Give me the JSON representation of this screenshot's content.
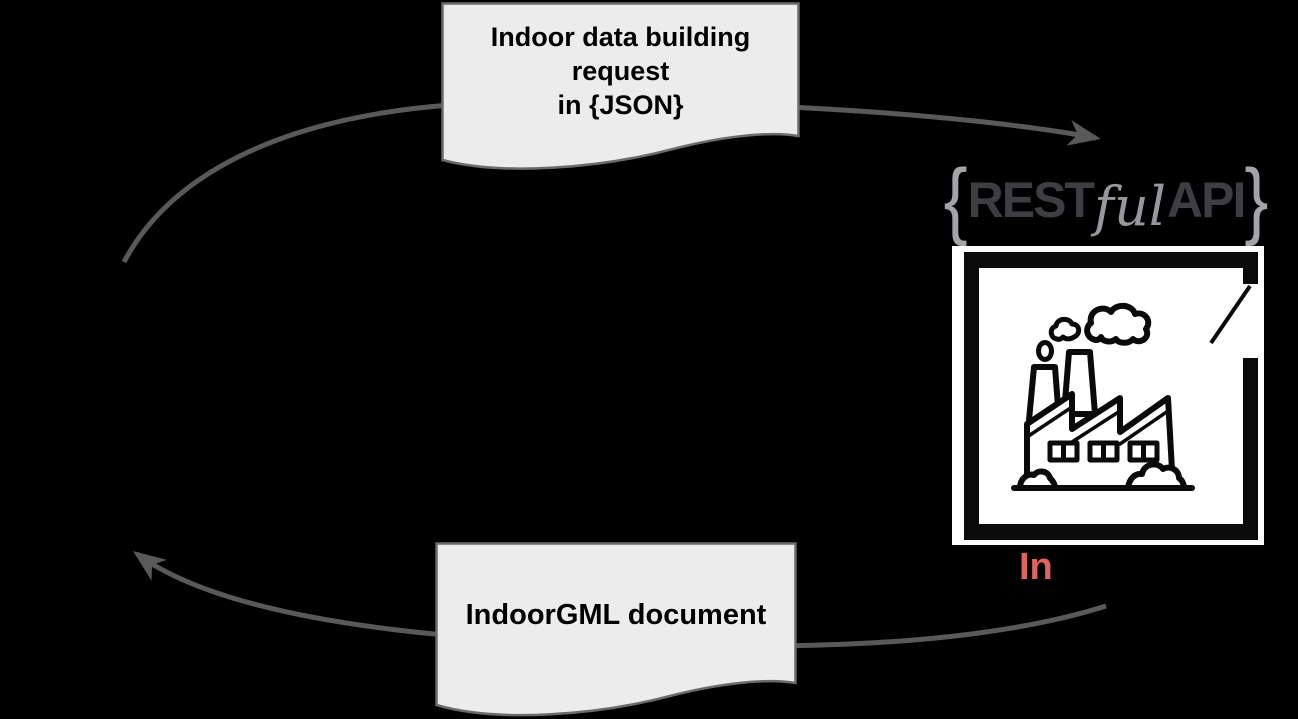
{
  "documents": {
    "request": {
      "lines": [
        "Indoor data building",
        "request",
        "in {JSON}"
      ]
    },
    "response": {
      "lines": [
        "IndoorGML document"
      ]
    }
  },
  "logo": {
    "brace_left": "{",
    "rest": "REST",
    "ful": "ful",
    "api": "API",
    "brace_right": "}"
  },
  "factory_label": {
    "text": "In"
  },
  "colors": {
    "background": "#000000",
    "document_fill": "#ececec",
    "document_border": "#6b6b6b",
    "document_text": "#000000",
    "arrow": "#595959",
    "logo_dark": "#3d3d42",
    "logo_light": "#a3a3a8",
    "logo_script": "#97979d",
    "box_background": "#ffffff",
    "icon_stroke": "#0a0a0a",
    "label_red": "#e06262"
  }
}
